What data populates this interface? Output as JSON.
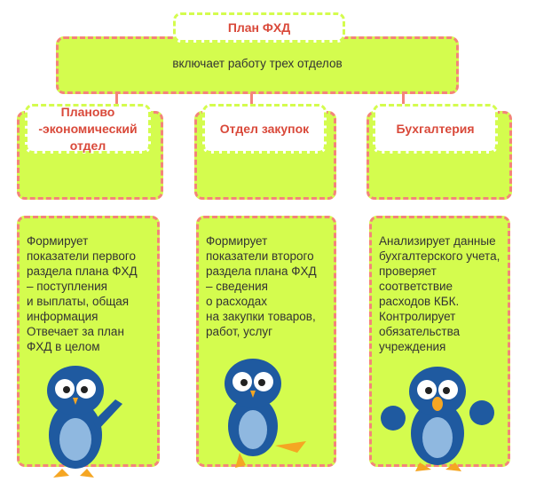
{
  "title": "План ФХД",
  "subtitle": "включает работу трех отделов",
  "departments": [
    {
      "name": "Планово\n-экономический\nотдел",
      "description": "Формирует\nпоказатели первого\nраздела плана ФХД\n– поступления\nи выплаты, общая\nинформация\nОтвечает за план\nФХД в целом"
    },
    {
      "name": "Отдел закупок",
      "description": "Формирует\nпоказатели второго\nраздела плана ФХД\n– сведения\nо расходах\nна закупки товаров,\nработ, услуг"
    },
    {
      "name": "Бухгалтерия",
      "description": "Анализирует данные\nбухгалтерского учета,\nпроверяет\nсоответствие\nрасходов КБК.\nКонтролирует\nобязательства\nучреждения"
    }
  ],
  "colors": {
    "fill": "#d4fc4e",
    "border": "#f4847a",
    "title": "#d9493a",
    "owl": "#1f5aa0"
  }
}
